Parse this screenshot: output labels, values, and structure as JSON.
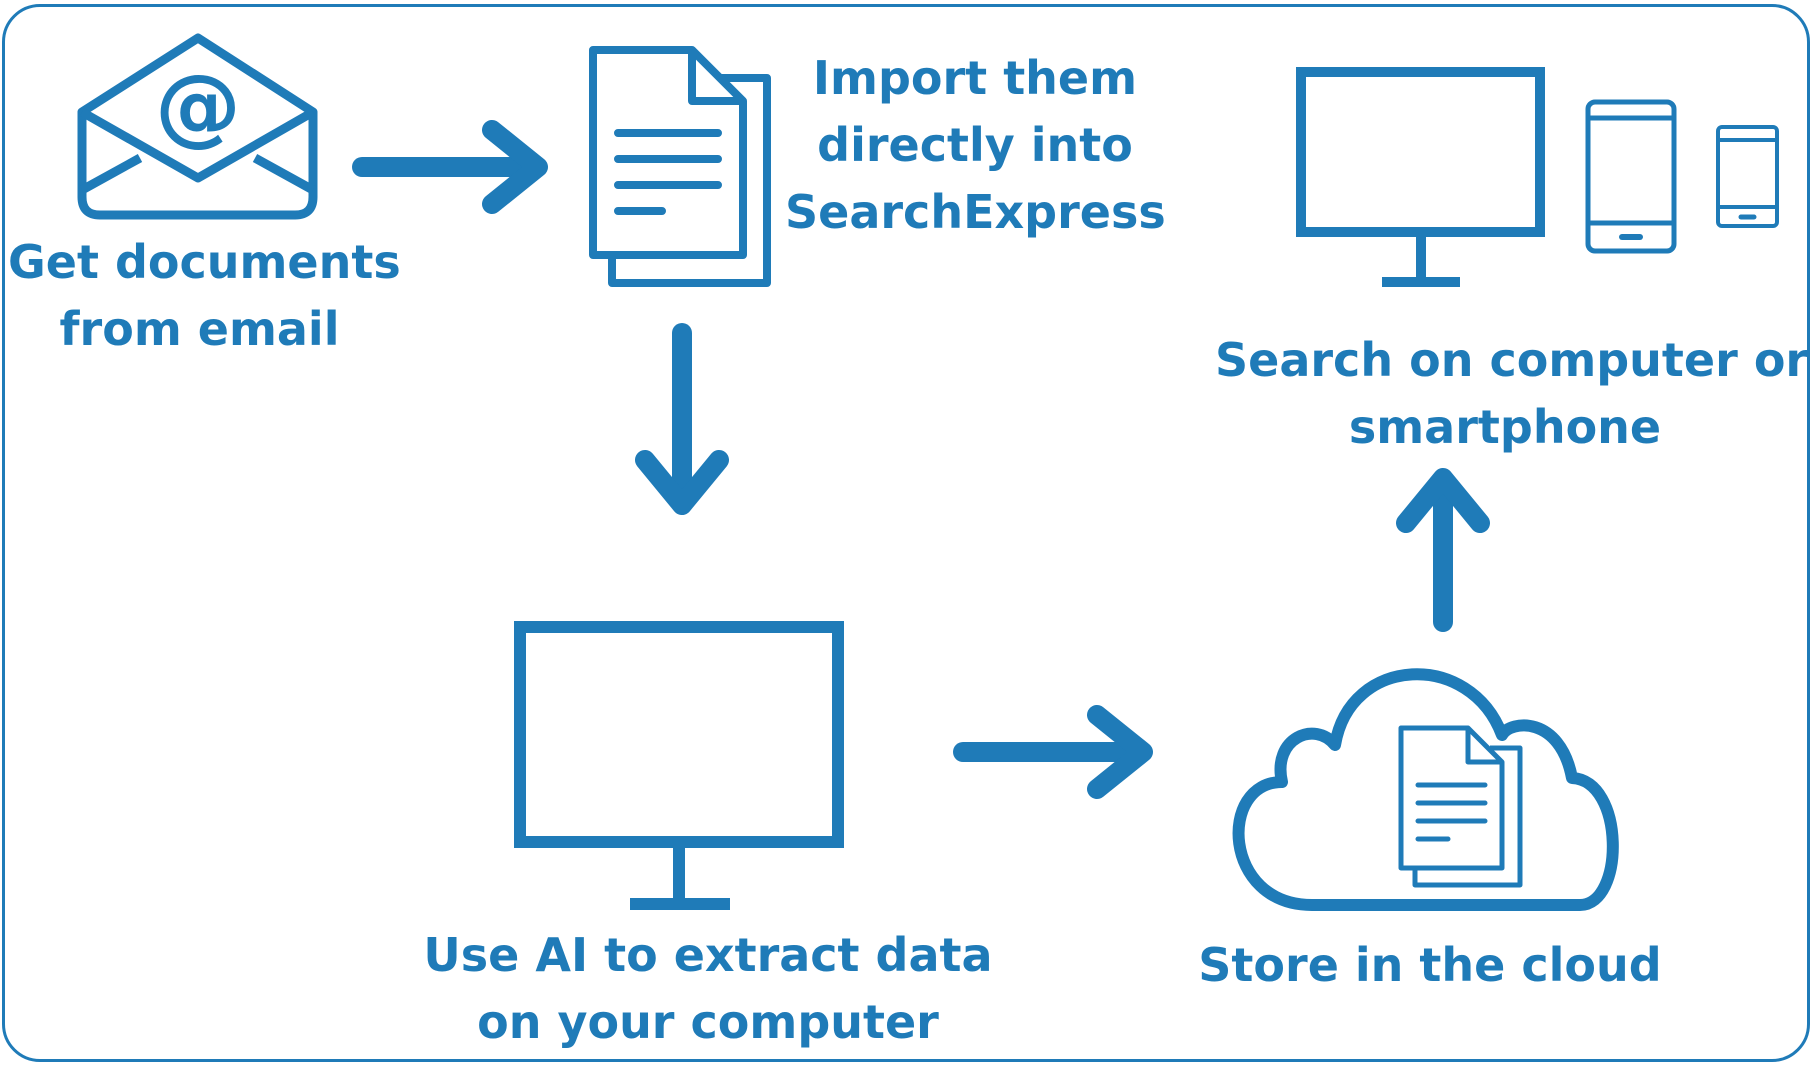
{
  "colors": {
    "accent": "#1f7bb8",
    "background": "#ffffff"
  },
  "steps": [
    {
      "id": "email",
      "icon": "envelope-at-icon",
      "lines": [
        "Get documents",
        "from email"
      ]
    },
    {
      "id": "import",
      "icon": "document-stack-icon",
      "lines": [
        "Import them",
        "directly into",
        "SearchExpress"
      ]
    },
    {
      "id": "extract",
      "icon": "computer-monitor-icon",
      "lines": [
        "Use AI to extract data",
        "on your computer"
      ]
    },
    {
      "id": "store",
      "icon": "cloud-documents-icon",
      "lines": [
        "Store in the cloud"
      ]
    },
    {
      "id": "search",
      "icon": "computer-and-smartphone-icon",
      "lines": [
        "Search on computer or",
        "smartphone"
      ]
    }
  ],
  "flow": [
    {
      "from": "email",
      "to": "import",
      "direction": "right"
    },
    {
      "from": "import",
      "to": "extract",
      "direction": "down"
    },
    {
      "from": "extract",
      "to": "store",
      "direction": "right"
    },
    {
      "from": "store",
      "to": "search",
      "direction": "up"
    }
  ]
}
